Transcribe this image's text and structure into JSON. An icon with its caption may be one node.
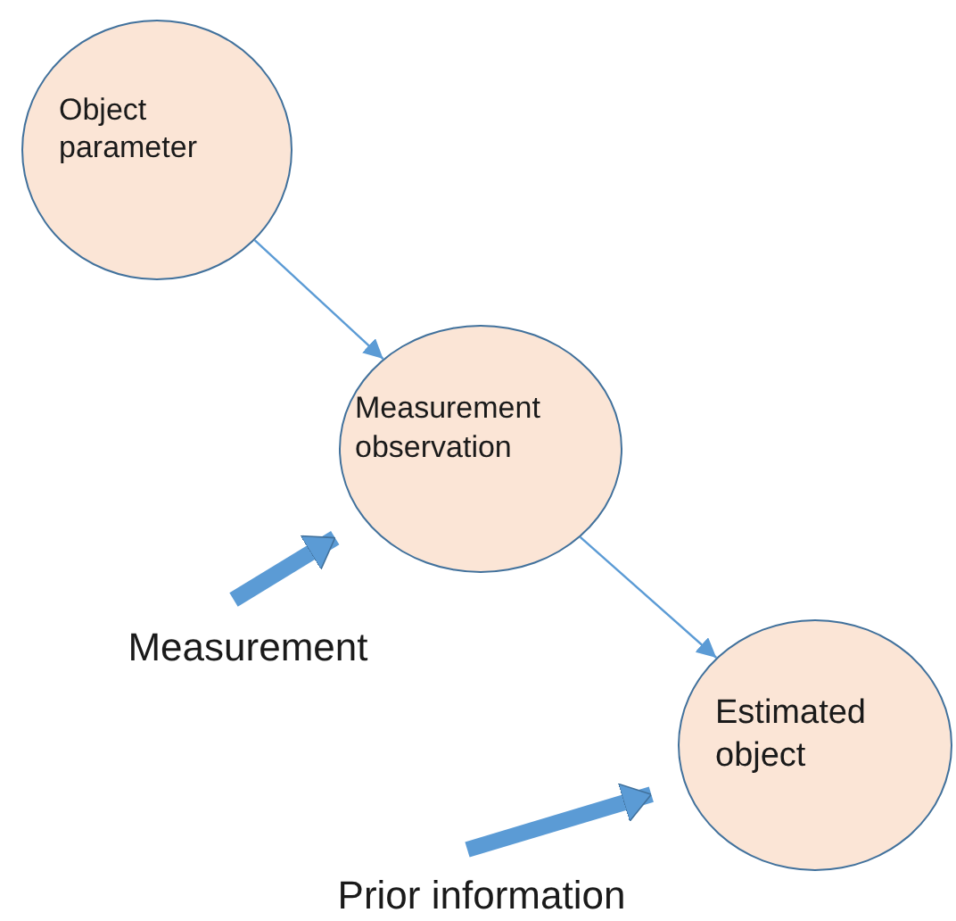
{
  "diagram": {
    "nodes": [
      {
        "text": [
          "Object parameter"
        ]
      },
      {
        "text": [
          "Measurement observation"
        ]
      },
      {
        "text": [
          "Estimated object"
        ]
      },
      {
        "text": [
          "Measurement"
        ]
      },
      {
        "text": [
          "Prior information"
        ]
      }
    ],
    "edges": [
      {
        "from": 0,
        "to": 1,
        "arrow": "to"
      },
      {
        "from": 1,
        "to": 2,
        "arrow": "to"
      },
      {
        "from": 3,
        "to": 1,
        "arrow": "to",
        "style": "thick"
      },
      {
        "from": 4,
        "to": 2,
        "arrow": "to",
        "style": "thick"
      }
    ]
  }
}
